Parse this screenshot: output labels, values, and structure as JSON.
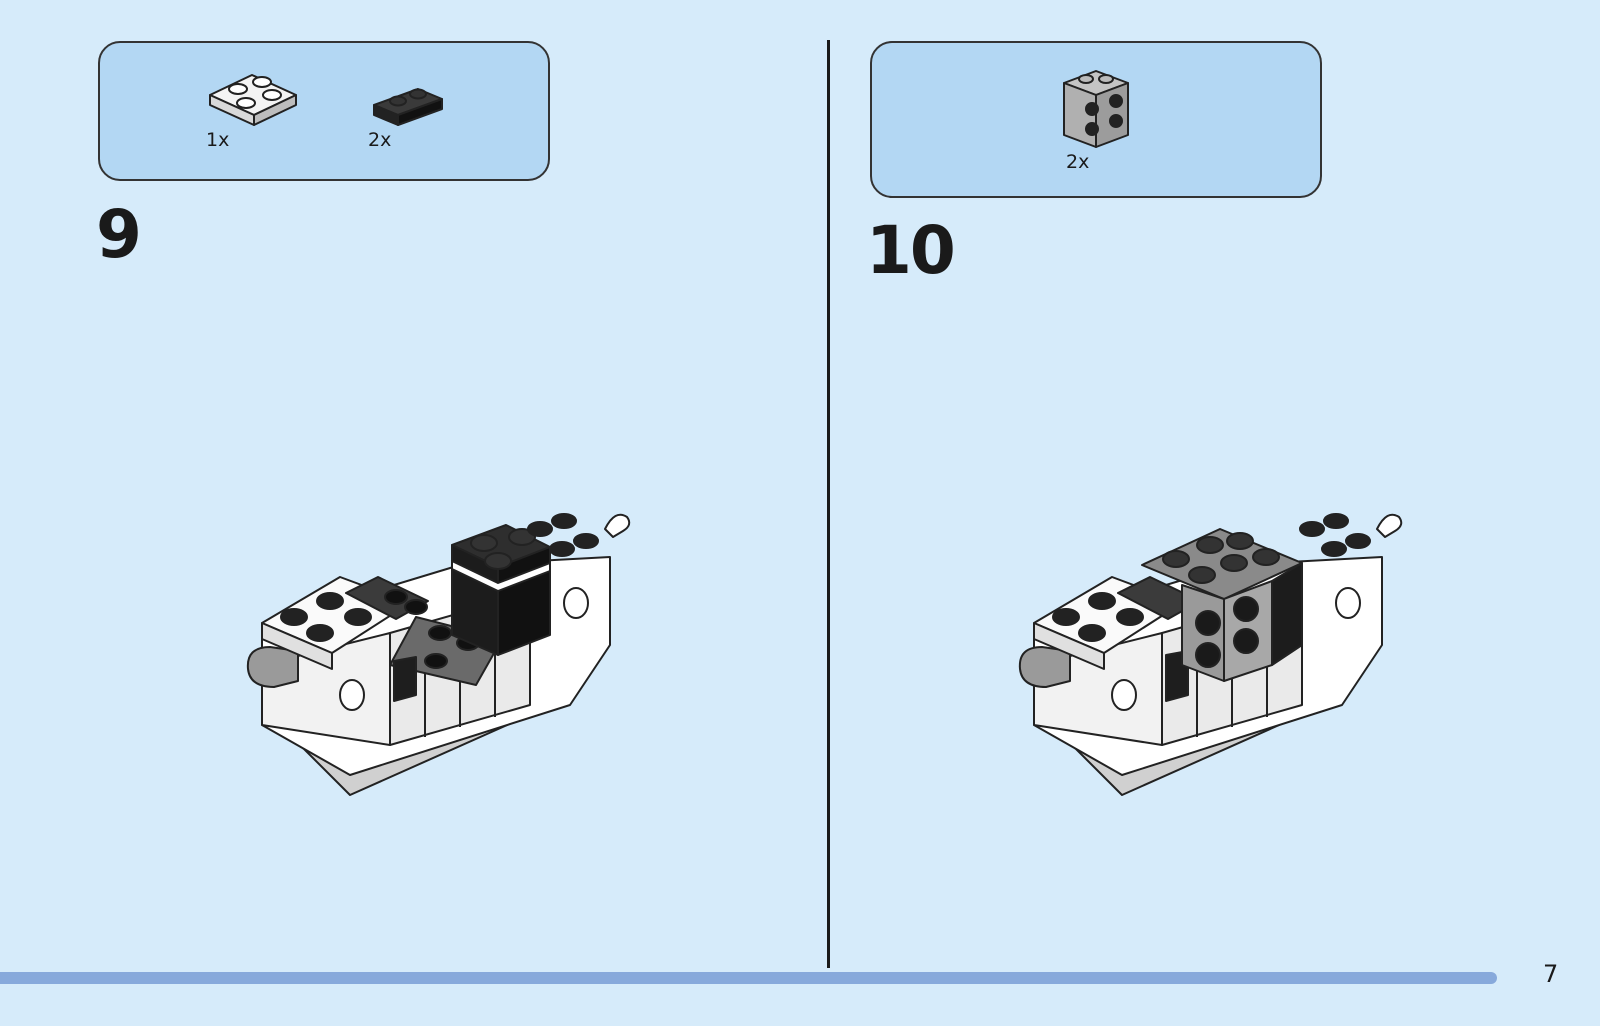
{
  "page": {
    "number": "7",
    "accent_color": "#87a9db",
    "background_color": "#d6ebfa",
    "callout_color": "#b3d7f3"
  },
  "step_9": {
    "number": "9",
    "parts": [
      {
        "piece": "white-plate-2x2",
        "quantity": "1x"
      },
      {
        "piece": "black-plate-1x2",
        "quantity": "2x"
      }
    ],
    "model": "boat-build-step-9"
  },
  "step_10": {
    "number": "10",
    "parts": [
      {
        "piece": "grey-brick-2x2-studs-on-side",
        "quantity": "2x"
      }
    ],
    "model": "boat-build-step-10"
  }
}
